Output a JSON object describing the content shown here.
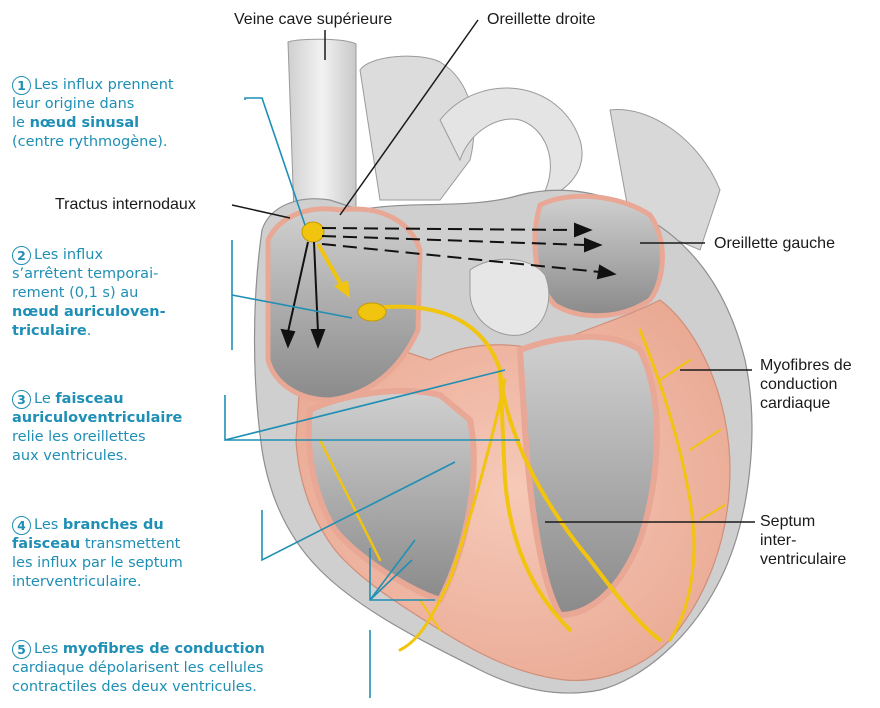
{
  "labels": {
    "vcs": "Veine cave supérieure",
    "od": "Oreillette droite",
    "ti": "Tractus internodaux",
    "og": "Oreillette gauche",
    "myo1": "Myofibres de",
    "myo2": "conduction",
    "myo3": "cardiaque",
    "sep1": "Septum",
    "sep2": "inter-",
    "sep3": "ventriculaire"
  },
  "steps": [
    {
      "num": "1",
      "l1a": "Les influx prennent",
      "l2": "leur origine dans",
      "l3a": "le ",
      "l3b": "nœud sinusal",
      "l4": "(centre rythmogène)."
    },
    {
      "num": "2",
      "l1a": "Les influx",
      "l2": "s’arrêtent temporai-",
      "l3": "rement (0,1 s) au",
      "l4b": "nœud auriculoven-",
      "l5b": "triculaire",
      "l5c": "."
    },
    {
      "num": "3",
      "l1a": "Le ",
      "l1b": "faisceau",
      "l2b": "auriculoventriculaire",
      "l3": "relie les oreillettes",
      "l4": "aux ventricules."
    },
    {
      "num": "4",
      "l1a": "Les ",
      "l1b": "branches du",
      "l2b": "faisceau",
      "l2c": " transmettent",
      "l3": "les influx par le septum",
      "l4": "interventriculaire."
    },
    {
      "num": "5",
      "l1a": "Les ",
      "l1b": "myofibres de conduction",
      "l2": "cardiaque dépolarisent les cellules",
      "l3": "contractiles des deux ventricules."
    }
  ],
  "colors": {
    "accent": "#1f8fb5",
    "myocardium": "#f2bfae",
    "conduction": "#f1c40f",
    "cavity": "#9c9c9c"
  }
}
